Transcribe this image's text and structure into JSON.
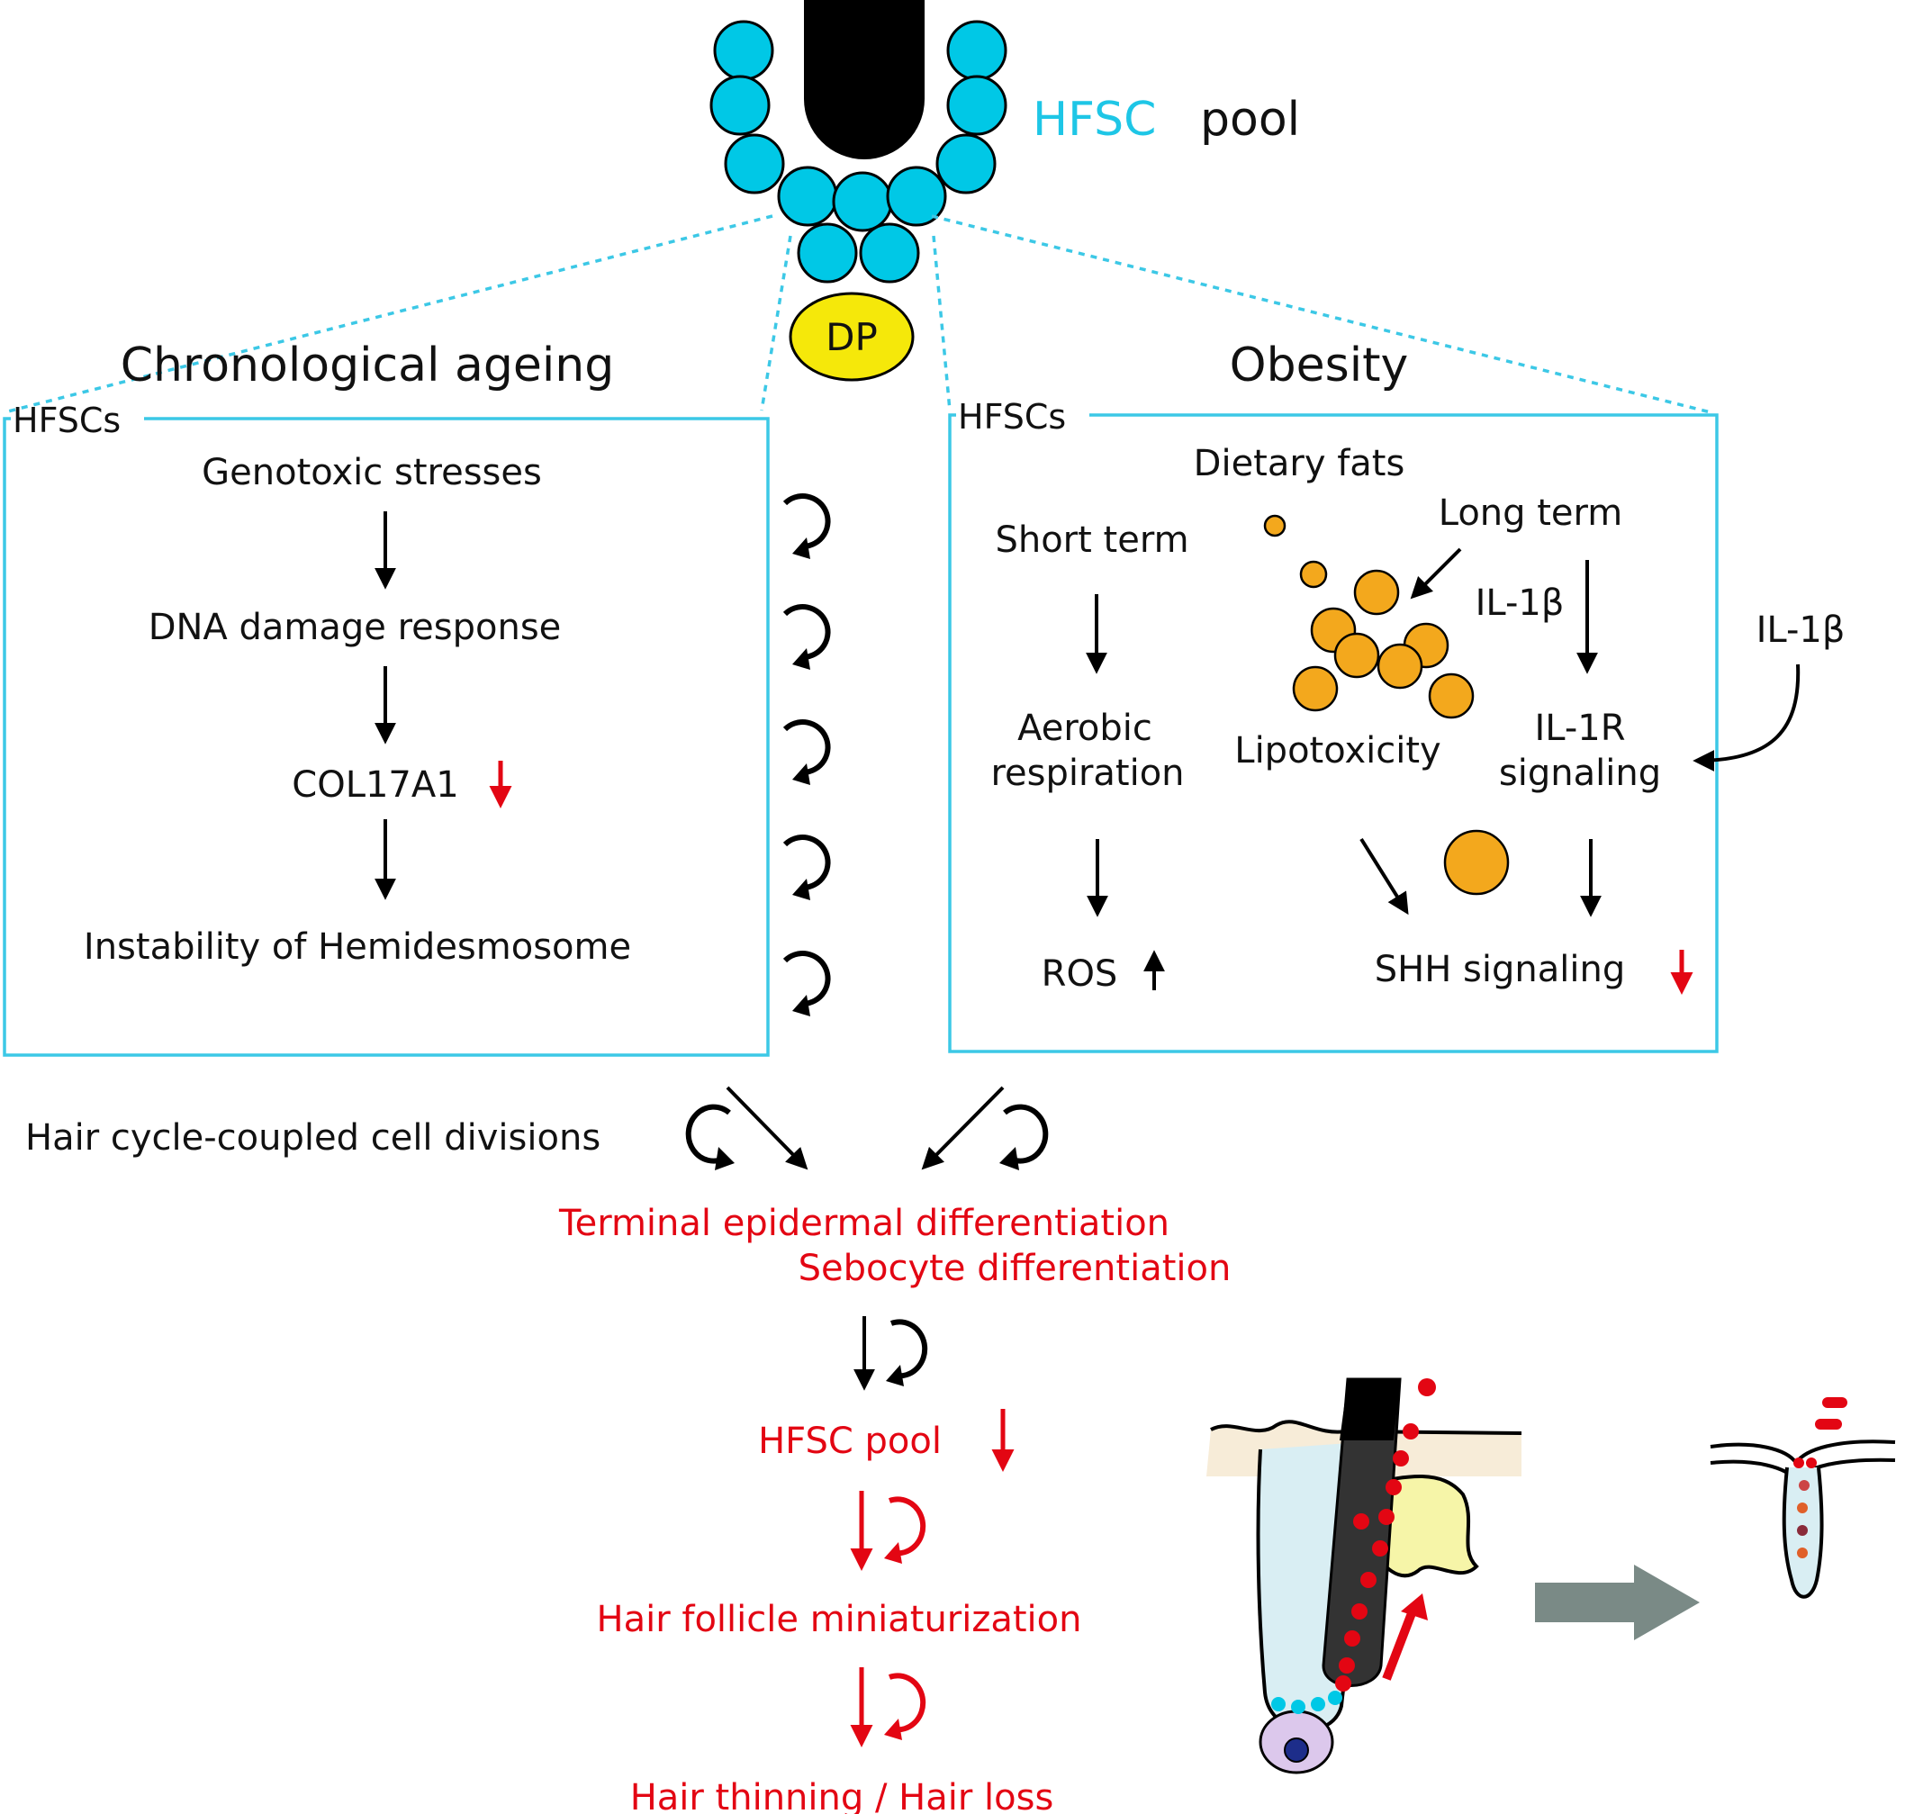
{
  "top": {
    "hfsc": "HFSC",
    "pool": "pool",
    "dp": "DP"
  },
  "left": {
    "title": "Chronological ageing",
    "box_label": "HFSCs",
    "steps": [
      "Genotoxic stresses",
      "DNA damage response",
      "COL17A1",
      "Instability of Hemidesmosome"
    ]
  },
  "right": {
    "title": "Obesity",
    "box_label": "HFSCs",
    "dietary_fats": "Dietary fats",
    "short_term": "Short term",
    "long_term": "Long term",
    "il1b_inner": "IL-1β",
    "il1b_outer": "IL-1β",
    "aerobic_1": "Aerobic",
    "aerobic_2": "respiration",
    "lipotoxicity": "Lipotoxicity",
    "il1r_1": "IL-1R",
    "il1r_2": "signaling",
    "ros": "ROS",
    "shh": "SHH signaling"
  },
  "bottom": {
    "cell_divisions": "Hair cycle-coupled cell divisions",
    "terminal": "Terminal epidermal differentiation",
    "sebocyte": "Sebocyte differentiation",
    "hfsc_pool": "HFSC pool",
    "miniaturization": "Hair follicle miniaturization",
    "hair_loss": "Hair thinning / Hair loss"
  },
  "colors": {
    "cyan": "#00c8e6",
    "red": "#e30613",
    "orange": "#f3a81d",
    "dp_yellow": "#f5e80a",
    "gray_arrow": "#7a8a86"
  }
}
